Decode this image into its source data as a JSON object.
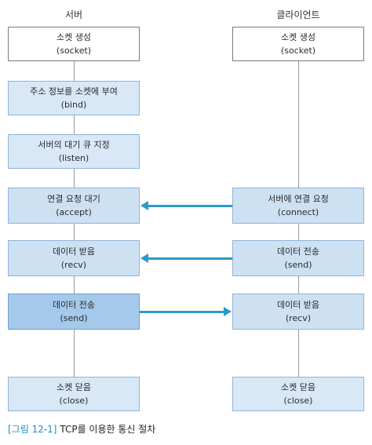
{
  "columns": {
    "server_title": "서버",
    "client_title": "클라이언트"
  },
  "server_steps": [
    {
      "line1": "소켓 생성",
      "line2": "(socket)"
    },
    {
      "line1": "주소 정보를 소켓에 부여",
      "line2": "(bind)"
    },
    {
      "line1": "서버의 대기 큐 지정",
      "line2": "(listen)"
    },
    {
      "line1": "연결 요청 대기",
      "line2": "(accept)"
    },
    {
      "line1": "데이터 받음",
      "line2": "(recv)"
    },
    {
      "line1": "데이터 전송",
      "line2": "(send)"
    },
    {
      "line1": "소켓 닫음",
      "line2": "(close)"
    }
  ],
  "client_steps": [
    {
      "line1": "소켓 생성",
      "line2": "(socket)"
    },
    {
      "line1": "서버에 연결 요청",
      "line2": "(connect)"
    },
    {
      "line1": "데이터 전송",
      "line2": "(send)"
    },
    {
      "line1": "데이터 받음",
      "line2": "(recv)"
    },
    {
      "line1": "소켓 닫음",
      "line2": "(close)"
    }
  ],
  "messages": [
    {
      "from": "client",
      "to": "server",
      "client_step": 1,
      "server_step": 3
    },
    {
      "from": "client",
      "to": "server",
      "client_step": 2,
      "server_step": 4
    },
    {
      "from": "server",
      "to": "client",
      "client_step": 3,
      "server_step": 5
    }
  ],
  "colors": {
    "arrow": "#2c9ac9",
    "box_fill": "#cde1f3",
    "box_fill_strong": "#a5c9ea",
    "caption_label": "#1e8fc4"
  },
  "caption": {
    "label": "[그림 12-1]",
    "text": "TCP를 이용한 통신 절차"
  }
}
